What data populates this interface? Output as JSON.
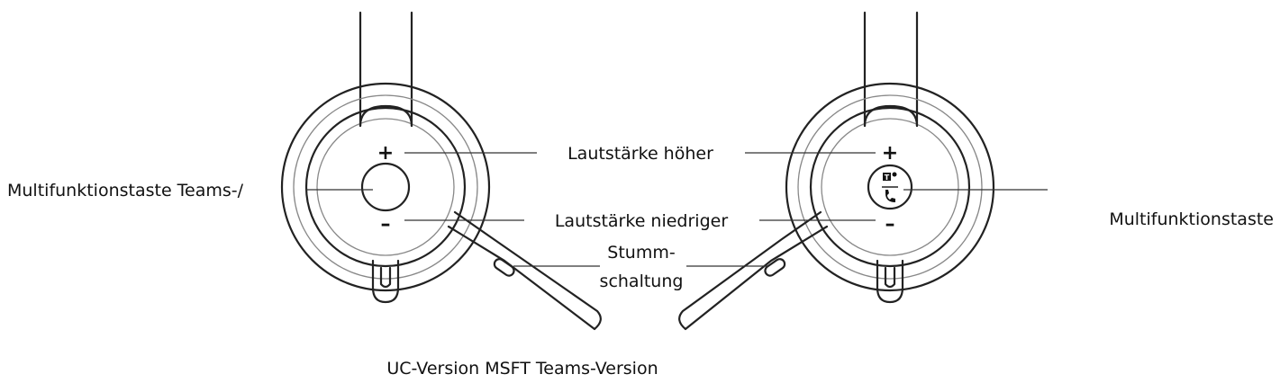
{
  "labels": {
    "volume_up": "Lautstärke höher",
    "volume_down": "Lautstärke niedriger",
    "mute_line1": "Stumm-",
    "mute_line2": "schaltung",
    "multifunction_teams": "Multifunktionstaste Teams-/",
    "multifunction": "Multifunktionstaste",
    "caption": "UC-Version MSFT Teams-Version"
  },
  "button_glyphs": {
    "plus": "+",
    "minus": "–"
  },
  "icons": [
    "teams-icon",
    "phone-icon"
  ]
}
